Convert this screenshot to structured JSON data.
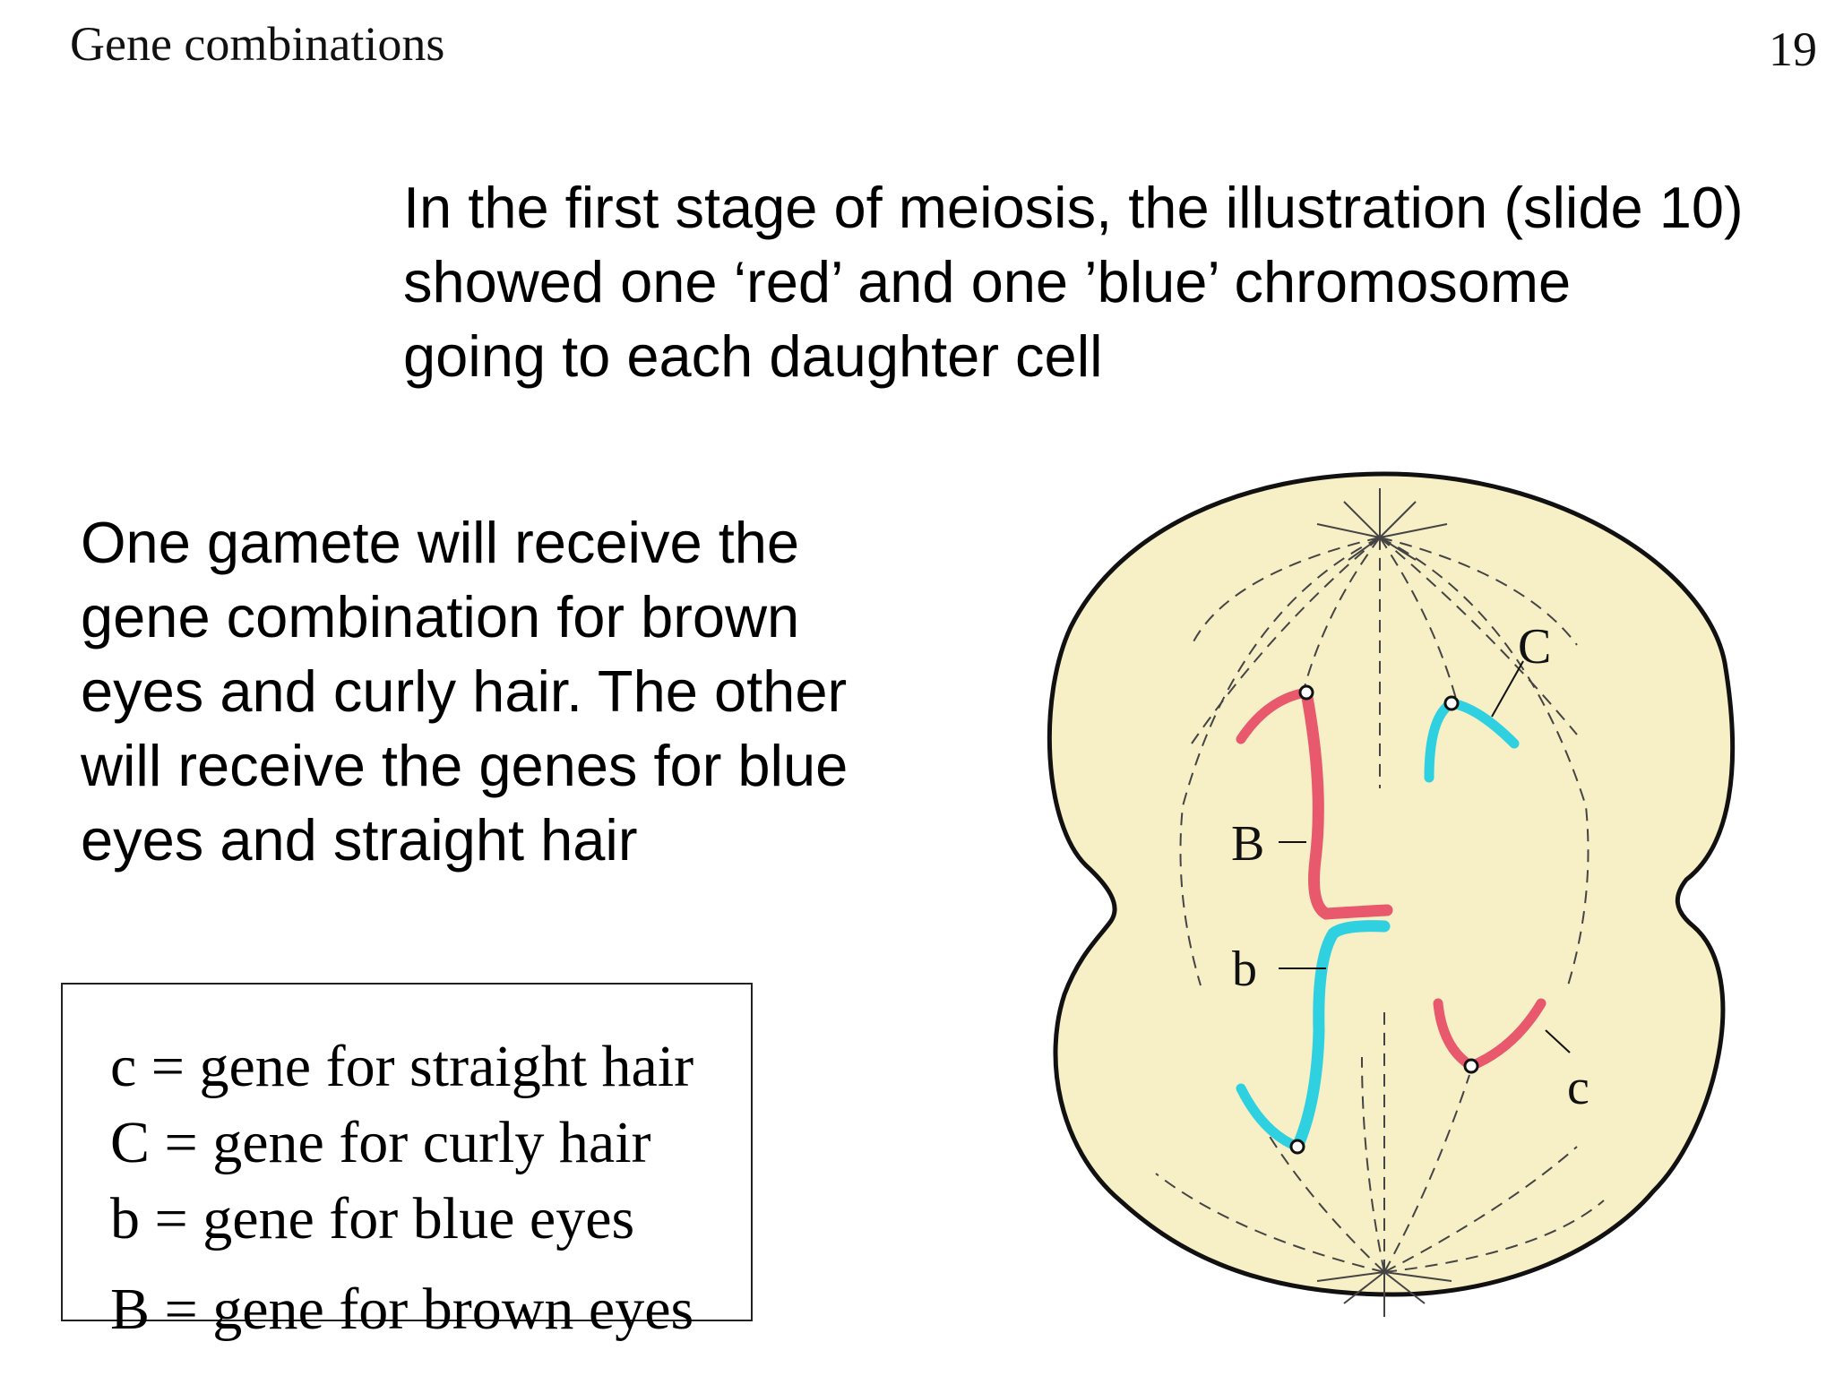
{
  "header": {
    "title": "Gene combinations",
    "page_number": "19"
  },
  "intro": {
    "lines": [
      "In the first stage of meiosis, the illustration (slide 10)",
      "showed one ‘red’ and one ’blue’ chromosome",
      "going to each daughter cell"
    ]
  },
  "explanation": {
    "lines": [
      "One gamete will receive the",
      "gene combination for brown",
      "eyes and curly hair. The other",
      "will receive the genes for blue",
      "eyes and  straight hair"
    ]
  },
  "legend": {
    "rows": [
      "c = gene for straight hair",
      "C = gene for curly hair",
      "b = gene for blue eyes",
      "B = gene for brown eyes"
    ]
  },
  "diagram": {
    "labels": {
      "gene_B": "B",
      "gene_b": "b",
      "gene_C": "C",
      "gene_c": "c"
    },
    "colors": {
      "cell_fill": "#F7EFC6",
      "cell_outline": "#111111",
      "red_chromosome": "#E8596E",
      "blue_chromosome": "#2FD0E0",
      "spindle": "#444444"
    }
  }
}
